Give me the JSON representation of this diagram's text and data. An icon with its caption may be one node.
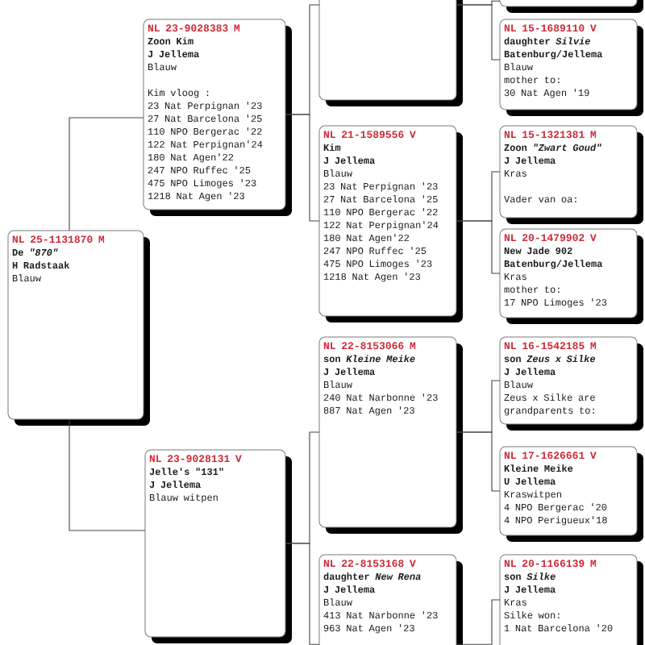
{
  "diagram": {
    "nodes": [
      {
        "text": [
          "NL 25-1131870 M",
          "De *\"870\"*",
          "H Radstaak",
          "Blauw"
        ]
      },
      {
        "text": [
          "NL 23-9028383 M",
          "Zoon Kim",
          "J Jellema",
          "Blauw",
          "Kim vloog :",
          "23 Nat Perpignan '23",
          "27 Nat Barcelona '25",
          "110 NPO Bergerac '22",
          "122 Nat Perpignan'24",
          "180 Nat Agen'22",
          "247 NPO Ruffec '25",
          "475 NPO Limoges '23",
          "1218 Nat Agen '23"
        ]
      },
      {
        "text": [
          "NL 23-9028131 V",
          "Jelle's \"131\"",
          "J Jellema",
          "Blauw witpen"
        ]
      },
      {
        "text": [],
        "shape": "box"
      },
      {
        "text": [
          "NL 21-1589556 V",
          "Kim",
          "J Jellema",
          "Blauw",
          "23 Nat Perpignan '23",
          "27 Nat Barcelona '25",
          "110 NPO Bergerac '22",
          "122 Nat Perpignan'24",
          "180 Nat Agen'22",
          "247 NPO Ruffec '25",
          "475 NPO Limoges '23",
          "1218 Nat Agen '23"
        ]
      },
      {
        "text": [
          "NL 22-8153066 M",
          "son *Kleine Meike*",
          "J Jellema",
          "Blauw",
          "240 Nat Narbonne '23",
          "887 Nat Agen '23"
        ]
      },
      {
        "text": [
          "NL 22-8153168 V",
          "daughter *New Rena*",
          "J Jellema",
          "Blauw",
          "413 Nat Narbonne '23",
          "963 Nat Agen '23"
        ]
      },
      {
        "text": [],
        "shape": "box"
      },
      {
        "text": [
          "NL 15-1689110 V",
          "daughter *Silvie*",
          "Batenburg/Jellema",
          "Blauw",
          "mother to:",
          "30 Nat Agen '19"
        ]
      },
      {
        "text": [
          "NL 15-1321381 M",
          "Zoon *\"Zwart Goud\"*",
          "J Jellema",
          "Kras",
          "Vader van oa:"
        ]
      },
      {
        "text": [
          "NL 20-1479902 V",
          "New Jade 902",
          "Batenburg/Jellema",
          "Kras",
          "mother to:",
          "17 NPO Limoges '23"
        ]
      },
      {
        "text": [
          "NL 16-1542185 M",
          "son *Zeus x Silke*",
          "J Jellema",
          "Blauw",
          "Zeus x Silke are grandparents to:"
        ]
      },
      {
        "text": [
          "NL 17-1626661 V",
          "Kleine Meike",
          "U Jellema",
          "Kraswitpen",
          "4 NPO Bergerac '20",
          "4 NPO Perigueux'18"
        ]
      },
      {
        "text": [
          "NL 20-1166139 M",
          "son *Silke*",
          "J Jellema",
          "Kras",
          "Silke won:",
          "1 Nat Barcelona '20"
        ]
      }
    ],
    "edges": [
      {
        "from": 0,
        "to": 1,
        "arrow": "none"
      },
      {
        "from": 0,
        "to": 2,
        "arrow": "none"
      },
      {
        "from": 1,
        "to": 3,
        "arrow": "none"
      },
      {
        "from": 1,
        "to": 4,
        "arrow": "none"
      },
      {
        "from": 2,
        "to": 5,
        "arrow": "none"
      },
      {
        "from": 2,
        "to": 6,
        "arrow": "none"
      },
      {
        "from": 3,
        "to": 7,
        "arrow": "none"
      },
      {
        "from": 3,
        "to": 8,
        "arrow": "none"
      },
      {
        "from": 4,
        "to": 9,
        "arrow": "none"
      },
      {
        "from": 4,
        "to": 10,
        "arrow": "none"
      },
      {
        "from": 5,
        "to": 11,
        "arrow": "none"
      },
      {
        "from": 5,
        "to": 12,
        "arrow": "none"
      },
      {
        "from": 6,
        "to": 13,
        "arrow": "none"
      }
    ]
  }
}
